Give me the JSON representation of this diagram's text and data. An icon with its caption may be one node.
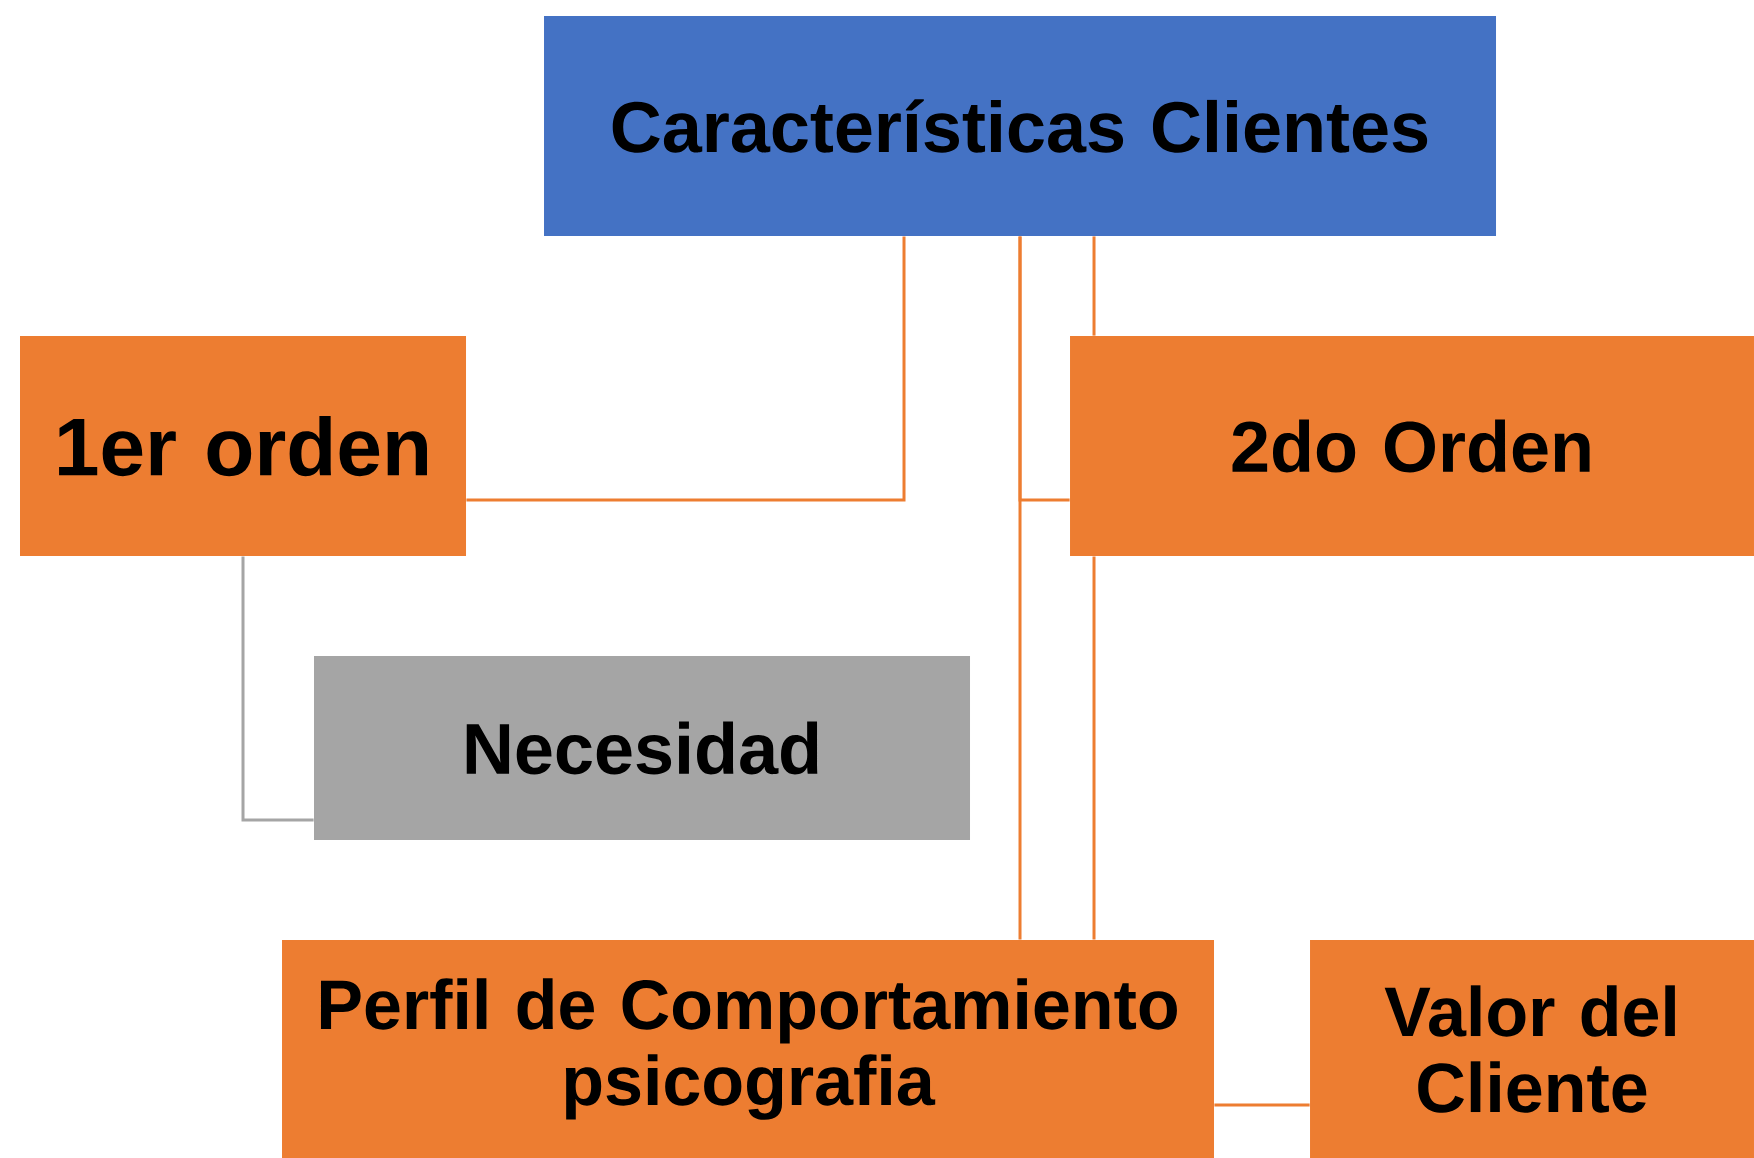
{
  "diagram": {
    "nodes": [
      {
        "text": [
          "Características Clientes"
        ]
      },
      {
        "text": [
          "1er orden"
        ]
      },
      {
        "text": [
          "2do Orden"
        ]
      },
      {
        "text": [
          "Necesidad"
        ]
      },
      {
        "text": [
          "Perfil de Comportamiento psicografia"
        ]
      },
      {
        "text": [
          "Valor del Cliente"
        ]
      }
    ],
    "edges": [
      {
        "from": 0,
        "to": 1,
        "arrow": "none"
      },
      {
        "from": 0,
        "to": 2,
        "arrow": "none"
      },
      {
        "from": 0,
        "to": 4,
        "arrow": "none"
      },
      {
        "from": 0,
        "to": 2,
        "arrow": "none"
      },
      {
        "from": 2,
        "to": 4,
        "arrow": "none"
      },
      {
        "from": 1,
        "to": 3,
        "arrow": "none",
        "color": "#a5a5a5"
      },
      {
        "from": 4,
        "to": 5,
        "arrow": "none"
      }
    ]
  }
}
